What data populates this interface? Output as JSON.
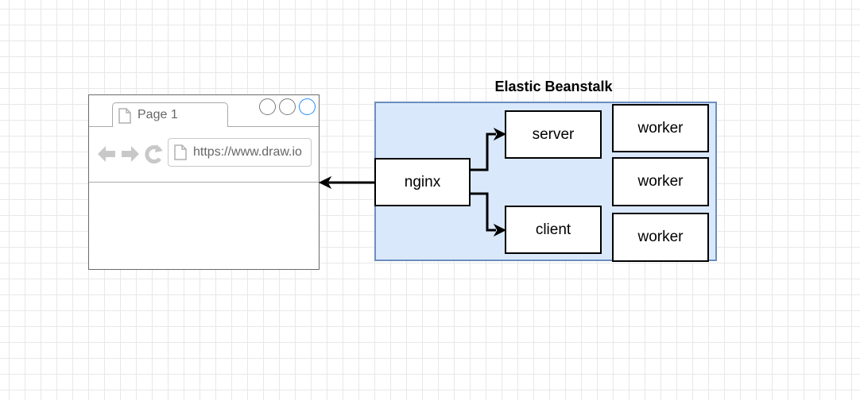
{
  "browser": {
    "tab_label": "Page 1",
    "url": "https://www.draw.io",
    "icons": [
      "document-icon",
      "back-arrow-icon",
      "forward-arrow-icon",
      "refresh-icon",
      "window-button-icon"
    ]
  },
  "beanstalk": {
    "title": "Elastic Beanstalk",
    "nginx": "nginx",
    "server": "server",
    "client": "client",
    "workers": [
      "worker",
      "worker",
      "worker"
    ]
  },
  "colors": {
    "container_fill": "#dae8fc",
    "container_stroke": "#6c8ebf",
    "window_button_active": "#1e90ff"
  }
}
